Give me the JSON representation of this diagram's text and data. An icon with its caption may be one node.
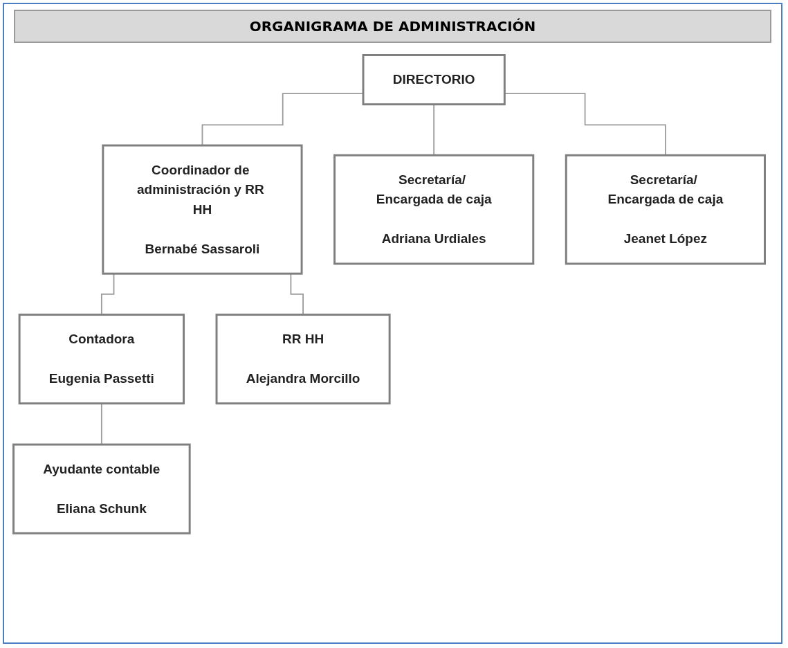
{
  "diagram": {
    "title": "ORGANIGRAMA DE ADMINISTRACIÓN",
    "nodes": [
      {
        "text": [
          "DIRECTORIO"
        ]
      },
      {
        "text": [
          "Coordinador de administración y RR HH",
          "Bernabé Sassaroli"
        ]
      },
      {
        "text": [
          "Contadora",
          "Eugenia Passetti"
        ]
      },
      {
        "text": [
          "RR HH",
          "Alejandra Morcillo"
        ]
      },
      {
        "text": [
          "Secretaría/ Encargada de caja",
          "Adriana Urdiales"
        ]
      },
      {
        "text": [
          "Secretaría/ Encargada de caja",
          "Jeanet López"
        ]
      },
      {
        "text": [
          "Ayudante contable",
          "Eliana Schunk"
        ]
      }
    ],
    "edges": [
      {
        "from": 0,
        "to": 1,
        "arrow": "none"
      },
      {
        "from": 0,
        "to": 4,
        "arrow": "none"
      },
      {
        "from": 0,
        "to": 5,
        "arrow": "none"
      },
      {
        "from": 1,
        "to": 2,
        "arrow": "none"
      },
      {
        "from": 1,
        "to": 3,
        "arrow": "none"
      },
      {
        "from": 2,
        "to": 6,
        "arrow": "none"
      }
    ]
  }
}
